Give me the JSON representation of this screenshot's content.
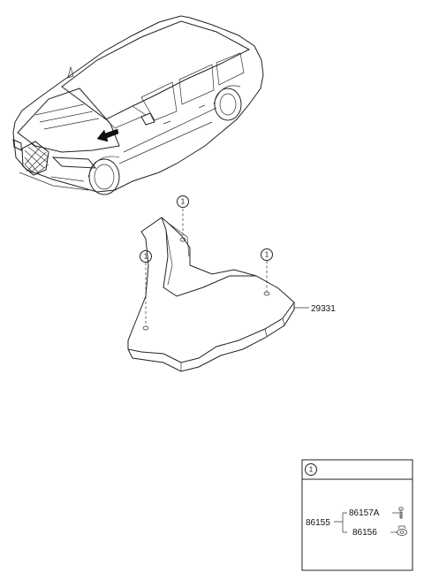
{
  "parts": {
    "main_part_number": "29331",
    "callout_symbol": "1"
  },
  "legend": {
    "callout_symbol": "1",
    "assembly_number": "86155",
    "sub_parts": [
      "86157A",
      "86156"
    ]
  }
}
